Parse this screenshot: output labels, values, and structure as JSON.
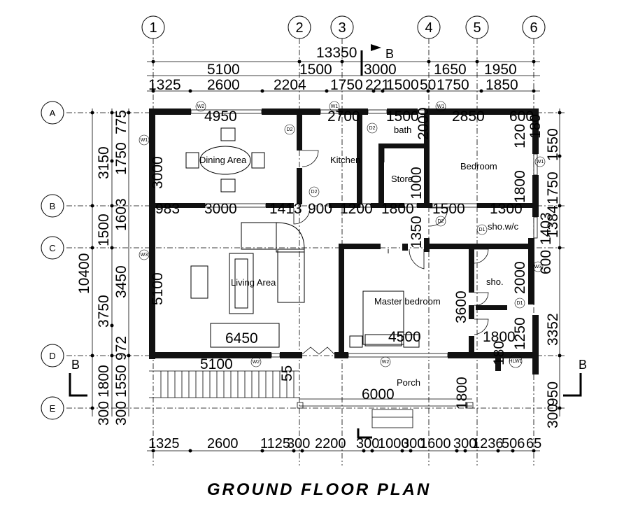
{
  "title": "GROUND FLOOR PLAN",
  "grid_columns": [
    "1",
    "2",
    "3",
    "4",
    "5",
    "6"
  ],
  "grid_rows": [
    "A",
    "B",
    "C",
    "D",
    "E"
  ],
  "section_marks": [
    "B",
    "B",
    "B"
  ],
  "rooms": {
    "dining": "Dining  Area",
    "kitchen": "Kitchen",
    "store": "Store",
    "bath": "bath",
    "bedroom": "Bedroom",
    "shower_wc": "sho.w/c",
    "shower": "sho.",
    "living": "Living  Area",
    "master": "Master  bedroom",
    "porch": "Porch"
  },
  "tags": [
    "W2",
    "D2",
    "D2",
    "W1",
    "W1",
    "W1",
    "W3",
    "D2",
    "W1",
    "D2",
    "D1",
    "W3",
    "W2",
    "W2",
    "D1",
    "HLW1"
  ],
  "dims": {
    "overall_width": "13350",
    "top1": [
      "5100",
      "1500",
      "3000",
      "1650",
      "1950"
    ],
    "top2": [
      "1325",
      "2600",
      "2204",
      "1750",
      "221",
      "1500",
      "50",
      "1750",
      "1850"
    ],
    "bottom": [
      "1325",
      "2600",
      "1125",
      "300",
      "2200",
      "300",
      "1000",
      "300",
      "1600",
      "300",
      "1236",
      "506",
      "65"
    ],
    "left_total": "10400",
    "left1": [
      "3150",
      "1500",
      "3750",
      "1800",
      "300"
    ],
    "left2": [
      "1750",
      "775",
      "1603",
      "3450",
      "972",
      "1550",
      "300",
      "300"
    ],
    "right": [
      "1550",
      "1750",
      "1384",
      "600",
      "1403",
      "3352",
      "950",
      "300"
    ],
    "internal": [
      "4950",
      "2700",
      "1500",
      "2850",
      "600",
      "3000",
      "983",
      "3000",
      "1413",
      "900",
      "1200",
      "1800",
      "1500",
      "1300",
      "1000",
      "1800",
      "5100",
      "6450",
      "5100",
      "55",
      "4500",
      "3600",
      "1350",
      "2000",
      "1250",
      "1800",
      "120",
      "6000",
      "1800",
      "2000",
      "180",
      "180"
    ]
  }
}
